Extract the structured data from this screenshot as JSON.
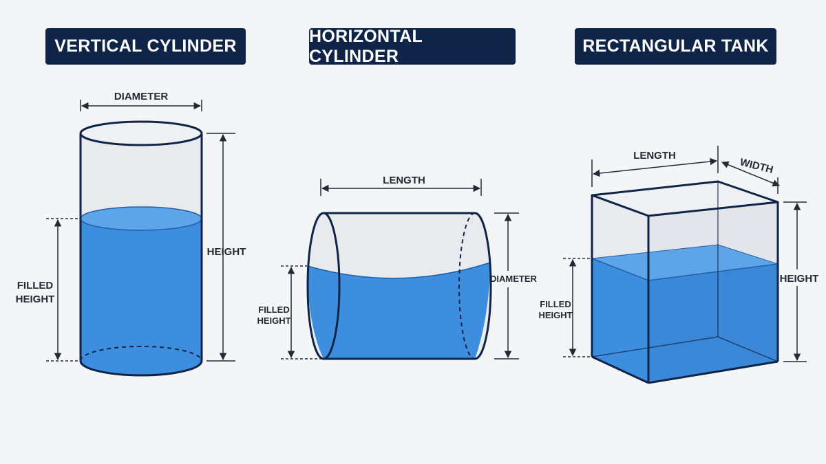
{
  "colors": {
    "badge_bg": "#0f2446",
    "badge_text": "#ffffff",
    "outline": "#0f2446",
    "water": "#3e8ee0",
    "water_surface": "#5ea4e8",
    "glass": "#e6e8ec",
    "dim_line": "#222a35",
    "background": "#f4f5f7"
  },
  "vertical_cylinder": {
    "title": "VERTICAL CYLINDER",
    "fill_level": 0.62,
    "labels": {
      "diameter": "DIAMETER",
      "height": "HEIGHT",
      "filled_height_line1": "FILLED",
      "filled_height_line2": "HEIGHT"
    }
  },
  "horizontal_cylinder": {
    "title": "HORIZONTAL CYLINDER",
    "fill_level": 0.64,
    "labels": {
      "length": "LENGTH",
      "diameter": "DIAMETER",
      "filled_height_line1": "FILLED",
      "filled_height_line2": "HEIGHT"
    }
  },
  "rectangular_tank": {
    "title": "RECTANGULAR TANK",
    "fill_level": 0.6,
    "labels": {
      "length": "LENGTH",
      "width": "WIDTH",
      "height": "HEIGHT",
      "filled_height_line1": "FILLED",
      "filled_height_line2": "HEIGHT"
    }
  }
}
